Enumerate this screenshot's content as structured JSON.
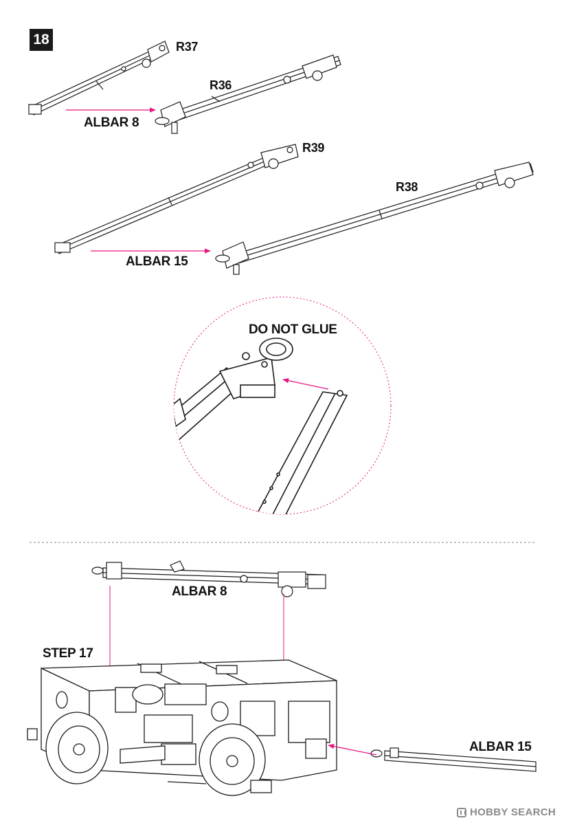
{
  "step": {
    "number": "18"
  },
  "parts": {
    "r37": "R37",
    "r36": "R36",
    "r39": "R39",
    "r38": "R38"
  },
  "bars": {
    "albar8_top": "ALBAR 8",
    "albar15_top": "ALBAR 15",
    "albar8_bottom": "ALBAR 8",
    "albar15_bottom": "ALBAR 15"
  },
  "detail": {
    "note": "DO NOT GLUE"
  },
  "reference": {
    "step17": "STEP 17"
  },
  "watermark": {
    "text": "HOBBY SEARCH"
  },
  "colors": {
    "arrow": "#e6157f",
    "line": "#1a1a1a",
    "divider": "#888888"
  }
}
